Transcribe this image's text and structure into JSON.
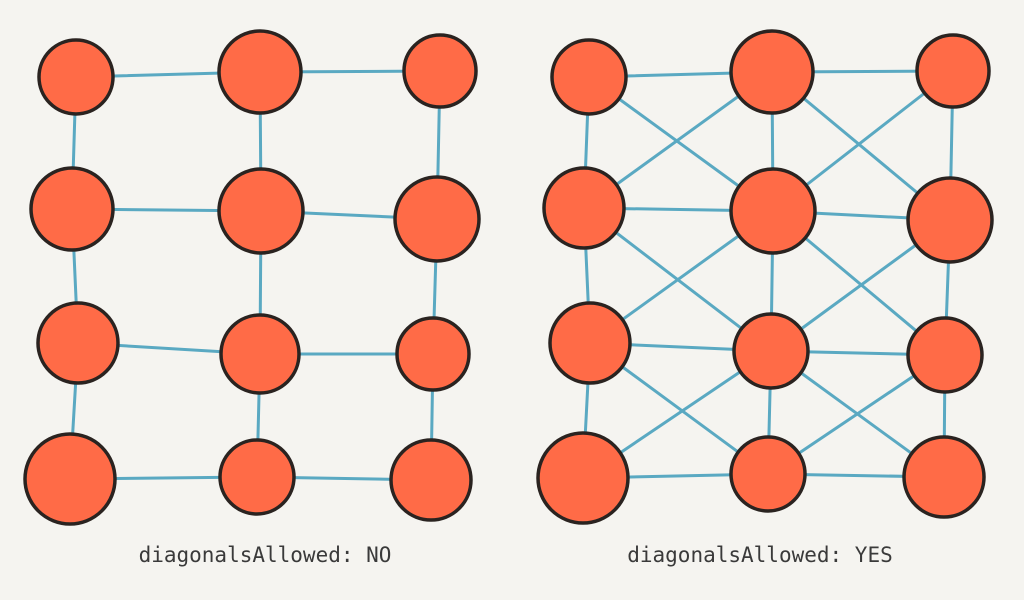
{
  "colors": {
    "background": "#f5f4f0",
    "node_fill": "#ff6b47",
    "node_stroke": "#2a2320",
    "edge": "#5aa9c2",
    "caption_text": "#3a3a3a"
  },
  "panels": [
    {
      "caption": "diagonalsAllowed: NO",
      "rows": 4,
      "cols": 3,
      "diagonals": false
    },
    {
      "caption": "diagonalsAllowed: YES",
      "rows": 4,
      "cols": 3,
      "diagonals": true
    }
  ]
}
